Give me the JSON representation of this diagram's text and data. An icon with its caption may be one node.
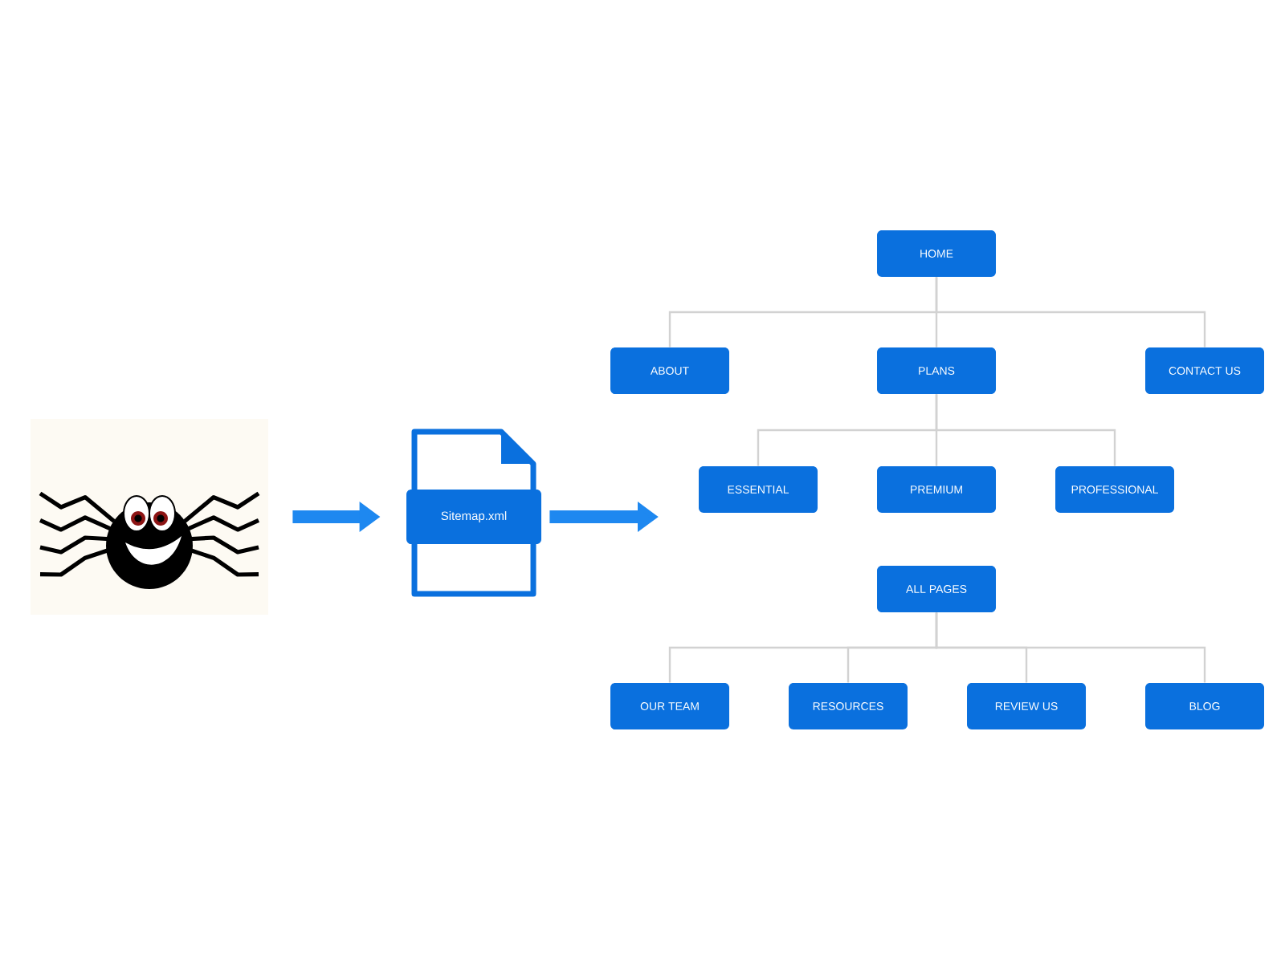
{
  "diagram": {
    "nodes": [
      {
        "text": [],
        "shape": "picture"
      },
      {
        "text": [
          "Sitemap.xml"
        ]
      },
      {
        "text": [
          "HOME"
        ]
      },
      {
        "text": [
          "ABOUT"
        ]
      },
      {
        "text": [
          "PLANS"
        ]
      },
      {
        "text": [
          "CONTACT US"
        ]
      },
      {
        "text": [
          "ESSENTIAL"
        ]
      },
      {
        "text": [
          "PREMIUM"
        ]
      },
      {
        "text": [
          "PROFESSIONAL"
        ]
      },
      {
        "text": [
          "ALL PAGES"
        ]
      },
      {
        "text": [
          "OUR TEAM"
        ]
      },
      {
        "text": [
          "RESOURCES"
        ]
      },
      {
        "text": [
          "REVIEW US"
        ]
      },
      {
        "text": [
          "BLOG"
        ]
      }
    ],
    "edges": [
      {
        "from": 0,
        "to": 1,
        "arrow": "to",
        "style": "thick",
        "color": "#1e88f0"
      },
      {
        "from": 1,
        "to": null,
        "arrow": "to",
        "style": "thick",
        "color": "#1e88f0"
      },
      {
        "from": 2,
        "to": 3,
        "arrow": "none"
      },
      {
        "from": 2,
        "to": 4,
        "arrow": "none"
      },
      {
        "from": 2,
        "to": 5,
        "arrow": "none"
      },
      {
        "from": 4,
        "to": 6,
        "arrow": "none"
      },
      {
        "from": 4,
        "to": 7,
        "arrow": "none"
      },
      {
        "from": 4,
        "to": 8,
        "arrow": "none"
      },
      {
        "from": 9,
        "to": 10,
        "arrow": "none"
      },
      {
        "from": 9,
        "to": 11,
        "arrow": "none"
      },
      {
        "from": 9,
        "to": 12,
        "arrow": "none"
      },
      {
        "from": 9,
        "to": 13,
        "arrow": "none"
      }
    ]
  }
}
